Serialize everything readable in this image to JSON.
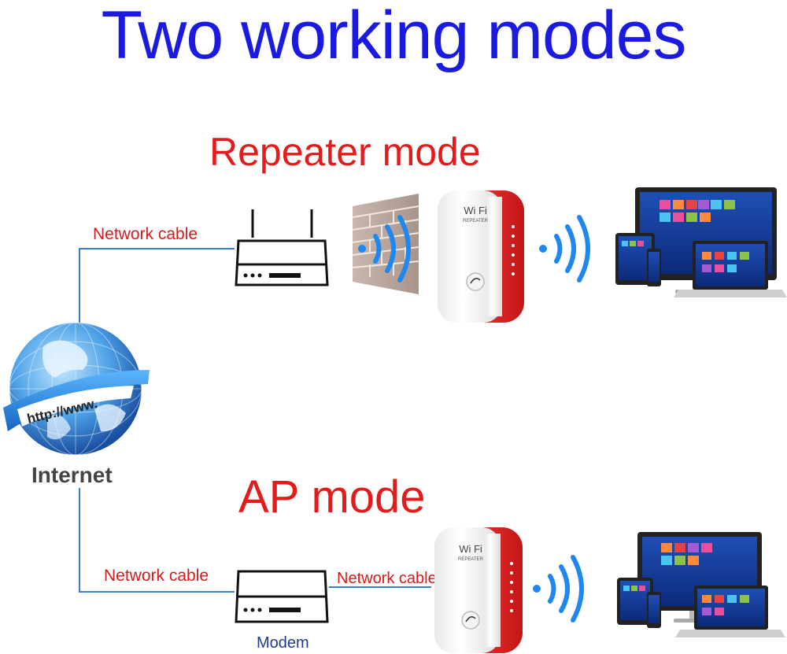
{
  "title": "Two working modes",
  "repeater_mode": {
    "label": "Repeater mode",
    "cable_label": "Network cable",
    "device_brand": "Wi Fi",
    "device_sub": "REPEATER"
  },
  "ap_mode": {
    "label": "AP mode",
    "cable_label_left": "Network cable",
    "cable_label_right": "Network cable",
    "modem_label": "Modem",
    "device_brand": "Wi Fi",
    "device_sub": "REPEATER"
  },
  "internet": {
    "label": "Internet",
    "url_text": "http://www."
  },
  "colors": {
    "title": "#1a1ae0",
    "mode_label": "#e31b1b",
    "cable_line": "#3b7fc4",
    "signal": "#1e88f0",
    "repeater_accent": "#e52b2b"
  },
  "icons": [
    "globe-icon",
    "router-icon",
    "brick-wall-icon",
    "wifi-signal-icon",
    "repeater-device-icon",
    "devices-icon",
    "modem-icon"
  ]
}
